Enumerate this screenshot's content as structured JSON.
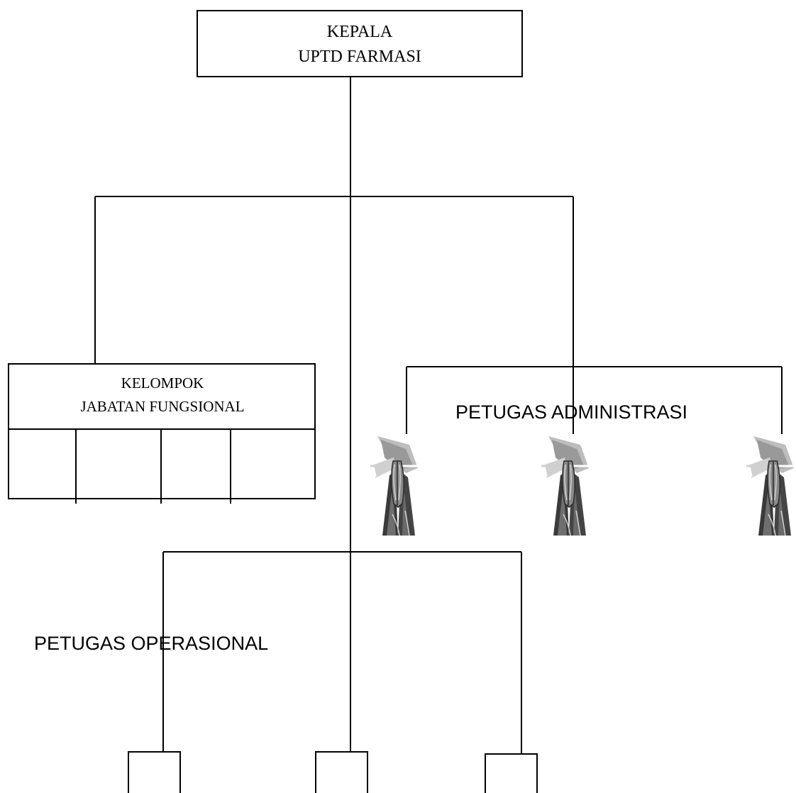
{
  "head": {
    "line1": "KEPALA",
    "line2": "UPTD FARMASI"
  },
  "functional_group": {
    "line1": "KELOMPOK",
    "line2": "JABATAN FUNGSIONAL"
  },
  "administration_label": "PETUGAS ADMINISTRASI",
  "operational_label": "PETUGAS OPERASIONAL",
  "colors": {
    "line": "#000000",
    "background": "#ffffff",
    "figure_dark": "#2b2b2b",
    "figure_mid": "#777777",
    "figure_light": "#bdbdbd"
  },
  "icons": {
    "admin_figure": "praying-hands-clipart-icon"
  }
}
